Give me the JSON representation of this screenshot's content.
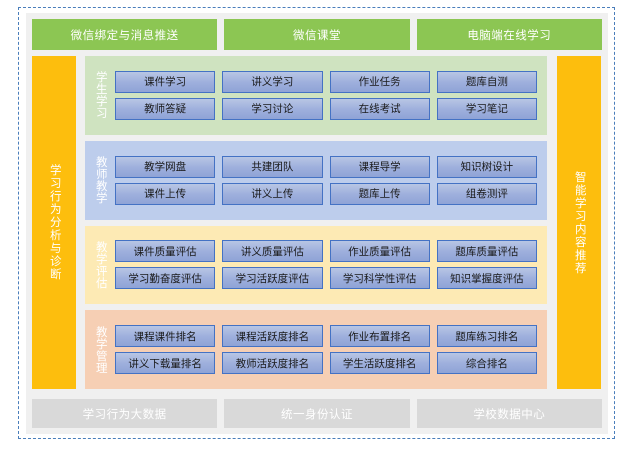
{
  "channels": [
    {
      "label": "微信绑定与消息推送"
    },
    {
      "label": "微信课堂"
    },
    {
      "label": "电脑端在线学习"
    }
  ],
  "pillars": {
    "left": {
      "label": "学习行为分析与诊断",
      "color": "#fdbe0d"
    },
    "right": {
      "label": "智能学习内容推荐",
      "color": "#fdbe0d"
    }
  },
  "sections": [
    {
      "label": "学生学习",
      "color": "#cfe3c0",
      "rows": [
        [
          "课件学习",
          "讲义学习",
          "作业任务",
          "题库自测"
        ],
        [
          "教师答疑",
          "学习讨论",
          "在线考试",
          "学习笔记"
        ]
      ]
    },
    {
      "label": "教师教学",
      "color": "#bdcdec",
      "rows": [
        [
          "教学网盘",
          "共建团队",
          "课程导学",
          "知识树设计"
        ],
        [
          "课件上传",
          "讲义上传",
          "题库上传",
          "组卷测评"
        ]
      ]
    },
    {
      "label": "教学评估",
      "color": "#fdeab4",
      "rows": [
        [
          "课件质量评估",
          "讲义质量评估",
          "作业质量评估",
          "题库质量评估"
        ],
        [
          "学习勤奋度评估",
          "学习活跃度评估",
          "学习科学性评估",
          "知识掌握度评估"
        ]
      ]
    },
    {
      "label": "教学管理",
      "color": "#f6cfb4",
      "rows": [
        [
          "课程课件排名",
          "课程活跃度排名",
          "作业布置排名",
          "题库练习排名"
        ],
        [
          "讲义下载量排名",
          "教师活跃度排名",
          "学生活跃度排名",
          "综合排名"
        ]
      ]
    }
  ],
  "infrastructure": [
    {
      "label": "学习行为大数据"
    },
    {
      "label": "统一身份认证"
    },
    {
      "label": "学校数据中心"
    }
  ],
  "theme": {
    "channel_color": "#8cc653",
    "tile_border": "#4472c4",
    "infra_color": "#d9d9d9",
    "frame_border": "#4a7ebb",
    "canvas_bg": "#f0f0f0"
  }
}
